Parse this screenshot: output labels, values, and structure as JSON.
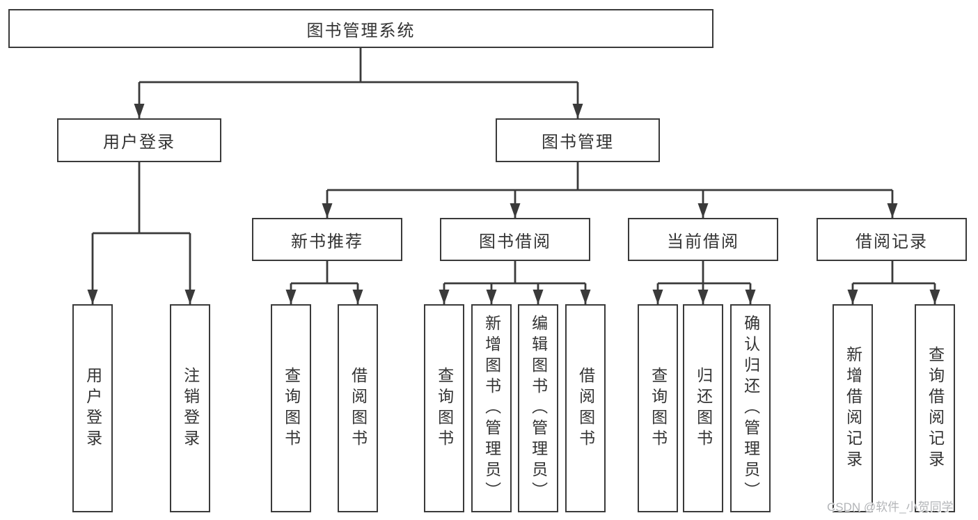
{
  "colors": {
    "background": "#ffffff",
    "line": "#3a3a3a",
    "box_border": "#3a3a3a",
    "box_fill": "#ffffff",
    "label_text": "#333333",
    "watermark_text": "#b3b5b8"
  },
  "tree": {
    "root": {
      "label": "图书管理系统"
    },
    "branches": [
      {
        "label": "用户登录",
        "children": [
          {
            "label": "用户登录"
          },
          {
            "label": "注销登录"
          }
        ]
      },
      {
        "label": "图书管理",
        "children": [
          {
            "label": "新书推荐",
            "children": [
              {
                "label": "查询图书"
              },
              {
                "label": "借阅图书"
              }
            ]
          },
          {
            "label": "图书借阅",
            "children": [
              {
                "label": "查询图书"
              },
              {
                "label": "新增图书（管理员）"
              },
              {
                "label": "编辑图书（管理员）"
              },
              {
                "label": "借阅图书"
              }
            ]
          },
          {
            "label": "当前借阅",
            "children": [
              {
                "label": "查询图书"
              },
              {
                "label": "归还图书"
              },
              {
                "label": "确认归还（管理员）"
              }
            ]
          },
          {
            "label": "借阅记录",
            "children": [
              {
                "label": "新增借阅记录"
              },
              {
                "label": "查询借阅记录"
              }
            ]
          }
        ]
      }
    ]
  },
  "watermark": {
    "text": "CSDN @软件_小贺同学"
  }
}
